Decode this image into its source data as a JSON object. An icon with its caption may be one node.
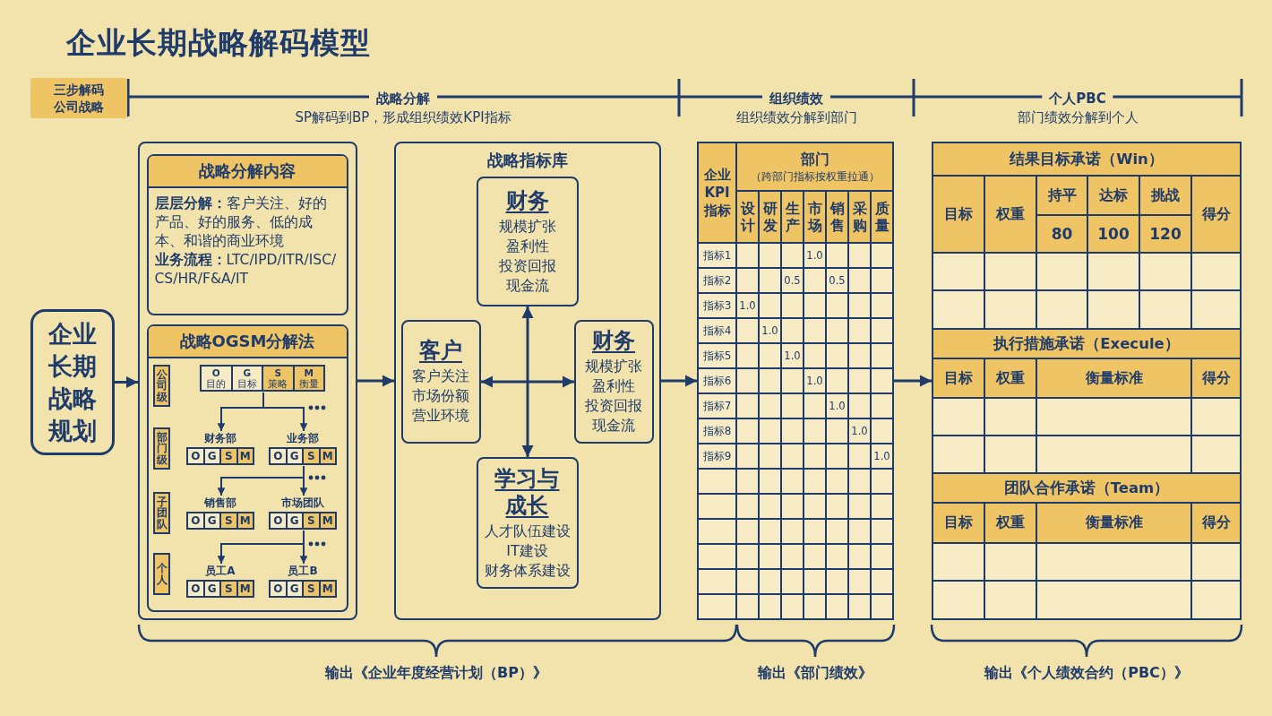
{
  "diagram": {
    "title": "企业长期战略解码模型",
    "nodes": [
      {
        "text": [
          "三步解码公司战略"
        ]
      },
      {
        "text": [
          "企业长期战略规划"
        ]
      },
      {
        "text": [],
        "shape": "box"
      },
      {
        "text": [
          "战略分解内容",
          "**层层分解：**客户关注、好的产品、好的服务、低的成本、和谐的商业环境",
          "**业务流程：**LTC/IPD/ITR/ISC/CS/HR/F&A/IT"
        ],
        "in": 2
      },
      {
        "text": [
          "战略OGSM分解法"
        ],
        "in": 2
      },
      {
        "text": [
          "公司级"
        ],
        "in": 4
      },
      {
        "text": [
          "O",
          "目的",
          "G",
          "目标",
          "S",
          "策略",
          "M",
          "衡量"
        ],
        "in": 4
      },
      {
        "text": [
          "部门级"
        ],
        "in": 4
      },
      {
        "text": [
          "财务部",
          "O",
          "G",
          "S",
          "M"
        ],
        "in": 4
      },
      {
        "text": [
          "业务部",
          "O",
          "G",
          "S",
          "M"
        ],
        "in": 4
      },
      {
        "text": [
          "子团队"
        ],
        "in": 4
      },
      {
        "text": [
          "销售部",
          "O",
          "G",
          "S",
          "M"
        ],
        "in": 4
      },
      {
        "text": [
          "市场团队",
          "O",
          "G",
          "S",
          "M"
        ],
        "in": 4
      },
      {
        "text": [
          "个人"
        ],
        "in": 4
      },
      {
        "text": [
          "员工A",
          "O",
          "G",
          "S",
          "M"
        ],
        "in": 4
      },
      {
        "text": [
          "员工B",
          "O",
          "G",
          "S",
          "M"
        ],
        "in": 4
      },
      {
        "text": [
          "战略指标库"
        ]
      },
      {
        "text": [
          "财务",
          "规模扩张",
          "盈利性",
          "投资回报",
          "现金流"
        ],
        "in": 16
      },
      {
        "text": [
          "客户",
          "客户关注",
          "市场份额",
          "营业环境"
        ],
        "in": 16
      },
      {
        "text": [
          "财务",
          "规模扩张",
          "盈利性",
          "投资回报",
          "现金流"
        ],
        "in": 16
      },
      {
        "text": [
          "学习与成长",
          "人才队伍建设",
          "IT建设",
          "财务体系建设"
        ],
        "in": 16
      },
      {
        "text": [
          "企业KPI指标",
          "部门",
          "（跨部门指标按权重拉通）",
          "设计",
          "研发",
          "生产",
          "市场",
          "销售",
          "采购",
          "质量",
          "指标1",
          "1.0",
          "指标2",
          "0.5",
          "0.5",
          "指标3",
          "1.0",
          "指标4",
          "1.0",
          "指标5",
          "1.0",
          "指标6",
          "1.0",
          "指标7",
          "1.0",
          "指标8",
          "1.0",
          "指标9",
          "1.0"
        ]
      },
      {
        "text": [
          "结果目标承诺（Win）",
          "目标",
          "权重",
          "持平",
          "达标",
          "挑战",
          "得分",
          "80",
          "100",
          "120",
          "执行措施承诺（Execule）",
          "目标",
          "权重",
          "衡量标准",
          "得分",
          "团队合作承诺（Team）",
          "目标",
          "权重",
          "衡量标准",
          "得分"
        ]
      }
    ],
    "edges": [
      {
        "from": 1,
        "to": 2,
        "arrow": "to"
      },
      {
        "from": 2,
        "to": 16,
        "arrow": "to"
      },
      {
        "from": 16,
        "to": 21,
        "arrow": "to"
      },
      {
        "from": 21,
        "to": 22,
        "arrow": "to"
      },
      {
        "from": 6,
        "to": 8,
        "arrow": "to"
      },
      {
        "from": 6,
        "to": 9,
        "arrow": "to"
      },
      {
        "from": 9,
        "to": 11,
        "arrow": "to"
      },
      {
        "from": 9,
        "to": 12,
        "arrow": "to"
      },
      {
        "from": 12,
        "to": 14,
        "arrow": "to"
      },
      {
        "from": 12,
        "to": 15,
        "arrow": "to"
      },
      {
        "from": 17,
        "to": 20,
        "arrow": "both"
      },
      {
        "from": 18,
        "to": 19,
        "arrow": "both"
      }
    ],
    "labels": [
      "战略分解",
      "SP解码到BP，形成组织绩效KPI指标",
      "组织绩效",
      "组织绩效分解到部门",
      "个人PBC",
      "部门绩效分解到个人",
      "输出《企业年度经营计划（BP）》",
      "输出《部门绩效》",
      "输出《个人绩效合约（PBC）》"
    ]
  }
}
